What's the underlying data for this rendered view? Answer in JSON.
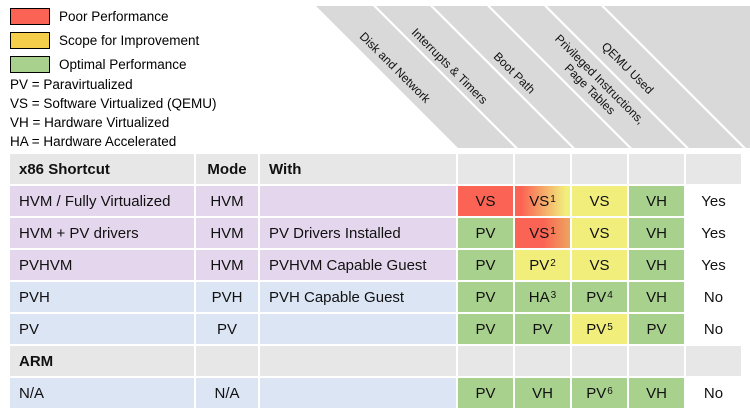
{
  "legend": {
    "items": [
      {
        "label": "Poor Performance",
        "color": "#fb6454"
      },
      {
        "label": "Scope for Improvement",
        "color": "#f5cf4b"
      },
      {
        "label": "Optimal Performance",
        "color": "#a9d18e"
      }
    ]
  },
  "abbreviations": [
    "PV = Paravirtualized",
    "VS = Software Virtualized (QEMU)",
    "VH = Hardware Virtualized",
    "HA = Hardware Accelerated"
  ],
  "palette": {
    "red": "#fb6454",
    "yellow": "#f1ee7c",
    "green": "#a9d18e",
    "red_yellow": "linear-gradient(90deg,#fb6454 12%,#f1ee7c 92%)",
    "red_yellow_late": "linear-gradient(90deg,#fb6454 52%,#eda55f 100%)",
    "purple": "#e4d7ed",
    "blue": "#dbe5f4",
    "gray": "#e8e7e7",
    "header_band": "#d9d9d9"
  },
  "chart_data": {
    "type": "table",
    "columns": [
      "x86 Shortcut",
      "Mode",
      "With",
      "Disk and Network",
      "Interrupts & Timers",
      "Boot Path",
      "Privileged Instructions, Page Tables",
      "QEMU Used"
    ],
    "color_legend": {
      "red": "Poor Performance",
      "yellow": "Scope for Improvement",
      "green": "Optimal Performance"
    },
    "rows": [
      {
        "type": "columns_header"
      },
      {
        "type": "data",
        "shortcut": "HVM / Fully Virtualized",
        "mode": "HVM",
        "with": "",
        "band": "purple",
        "perf": [
          {
            "t": "VS",
            "c": "red"
          },
          {
            "t": "VS",
            "sup": "1",
            "c": "red_yellow"
          },
          {
            "t": "VS",
            "c": "yellow"
          },
          {
            "t": "VH",
            "c": "green"
          }
        ],
        "qemu": "Yes"
      },
      {
        "type": "data",
        "shortcut": "HVM + PV drivers",
        "mode": "HVM",
        "with": "PV Drivers Installed",
        "band": "purple",
        "perf": [
          {
            "t": "PV",
            "c": "green"
          },
          {
            "t": "VS",
            "sup": "1",
            "c": "red_yellow_late"
          },
          {
            "t": "VS",
            "c": "yellow"
          },
          {
            "t": "VH",
            "c": "green"
          }
        ],
        "qemu": "Yes"
      },
      {
        "type": "data",
        "shortcut": "PVHVM",
        "mode": "HVM",
        "with": "PVHVM Capable Guest",
        "band": "purple",
        "perf": [
          {
            "t": "PV",
            "c": "green"
          },
          {
            "t": "PV",
            "sup": "2",
            "c": "yellow"
          },
          {
            "t": "VS",
            "c": "yellow"
          },
          {
            "t": "VH",
            "c": "green"
          }
        ],
        "qemu": "Yes"
      },
      {
        "type": "data",
        "shortcut": "PVH",
        "mode": "PVH",
        "with": "PVH Capable Guest",
        "band": "blue",
        "perf": [
          {
            "t": "PV",
            "c": "green"
          },
          {
            "t": "HA",
            "sup": "3",
            "c": "green"
          },
          {
            "t": "PV",
            "sup": "4",
            "c": "green"
          },
          {
            "t": "VH",
            "c": "green"
          }
        ],
        "qemu": "No"
      },
      {
        "type": "data",
        "shortcut": "PV",
        "mode": "PV",
        "with": "",
        "band": "blue",
        "perf": [
          {
            "t": "PV",
            "c": "green"
          },
          {
            "t": "PV",
            "c": "green"
          },
          {
            "t": "PV",
            "sup": "5",
            "c": "yellow"
          },
          {
            "t": "PV",
            "c": "green"
          }
        ],
        "qemu": "No"
      },
      {
        "type": "section",
        "label": "ARM"
      },
      {
        "type": "data",
        "shortcut": "N/A",
        "mode": "N/A",
        "with": "",
        "band": "blue",
        "perf": [
          {
            "t": "PV",
            "c": "green"
          },
          {
            "t": "VH",
            "c": "green"
          },
          {
            "t": "PV",
            "sup": "6",
            "c": "green"
          },
          {
            "t": "VH",
            "c": "green"
          }
        ],
        "qemu": "No"
      }
    ]
  }
}
